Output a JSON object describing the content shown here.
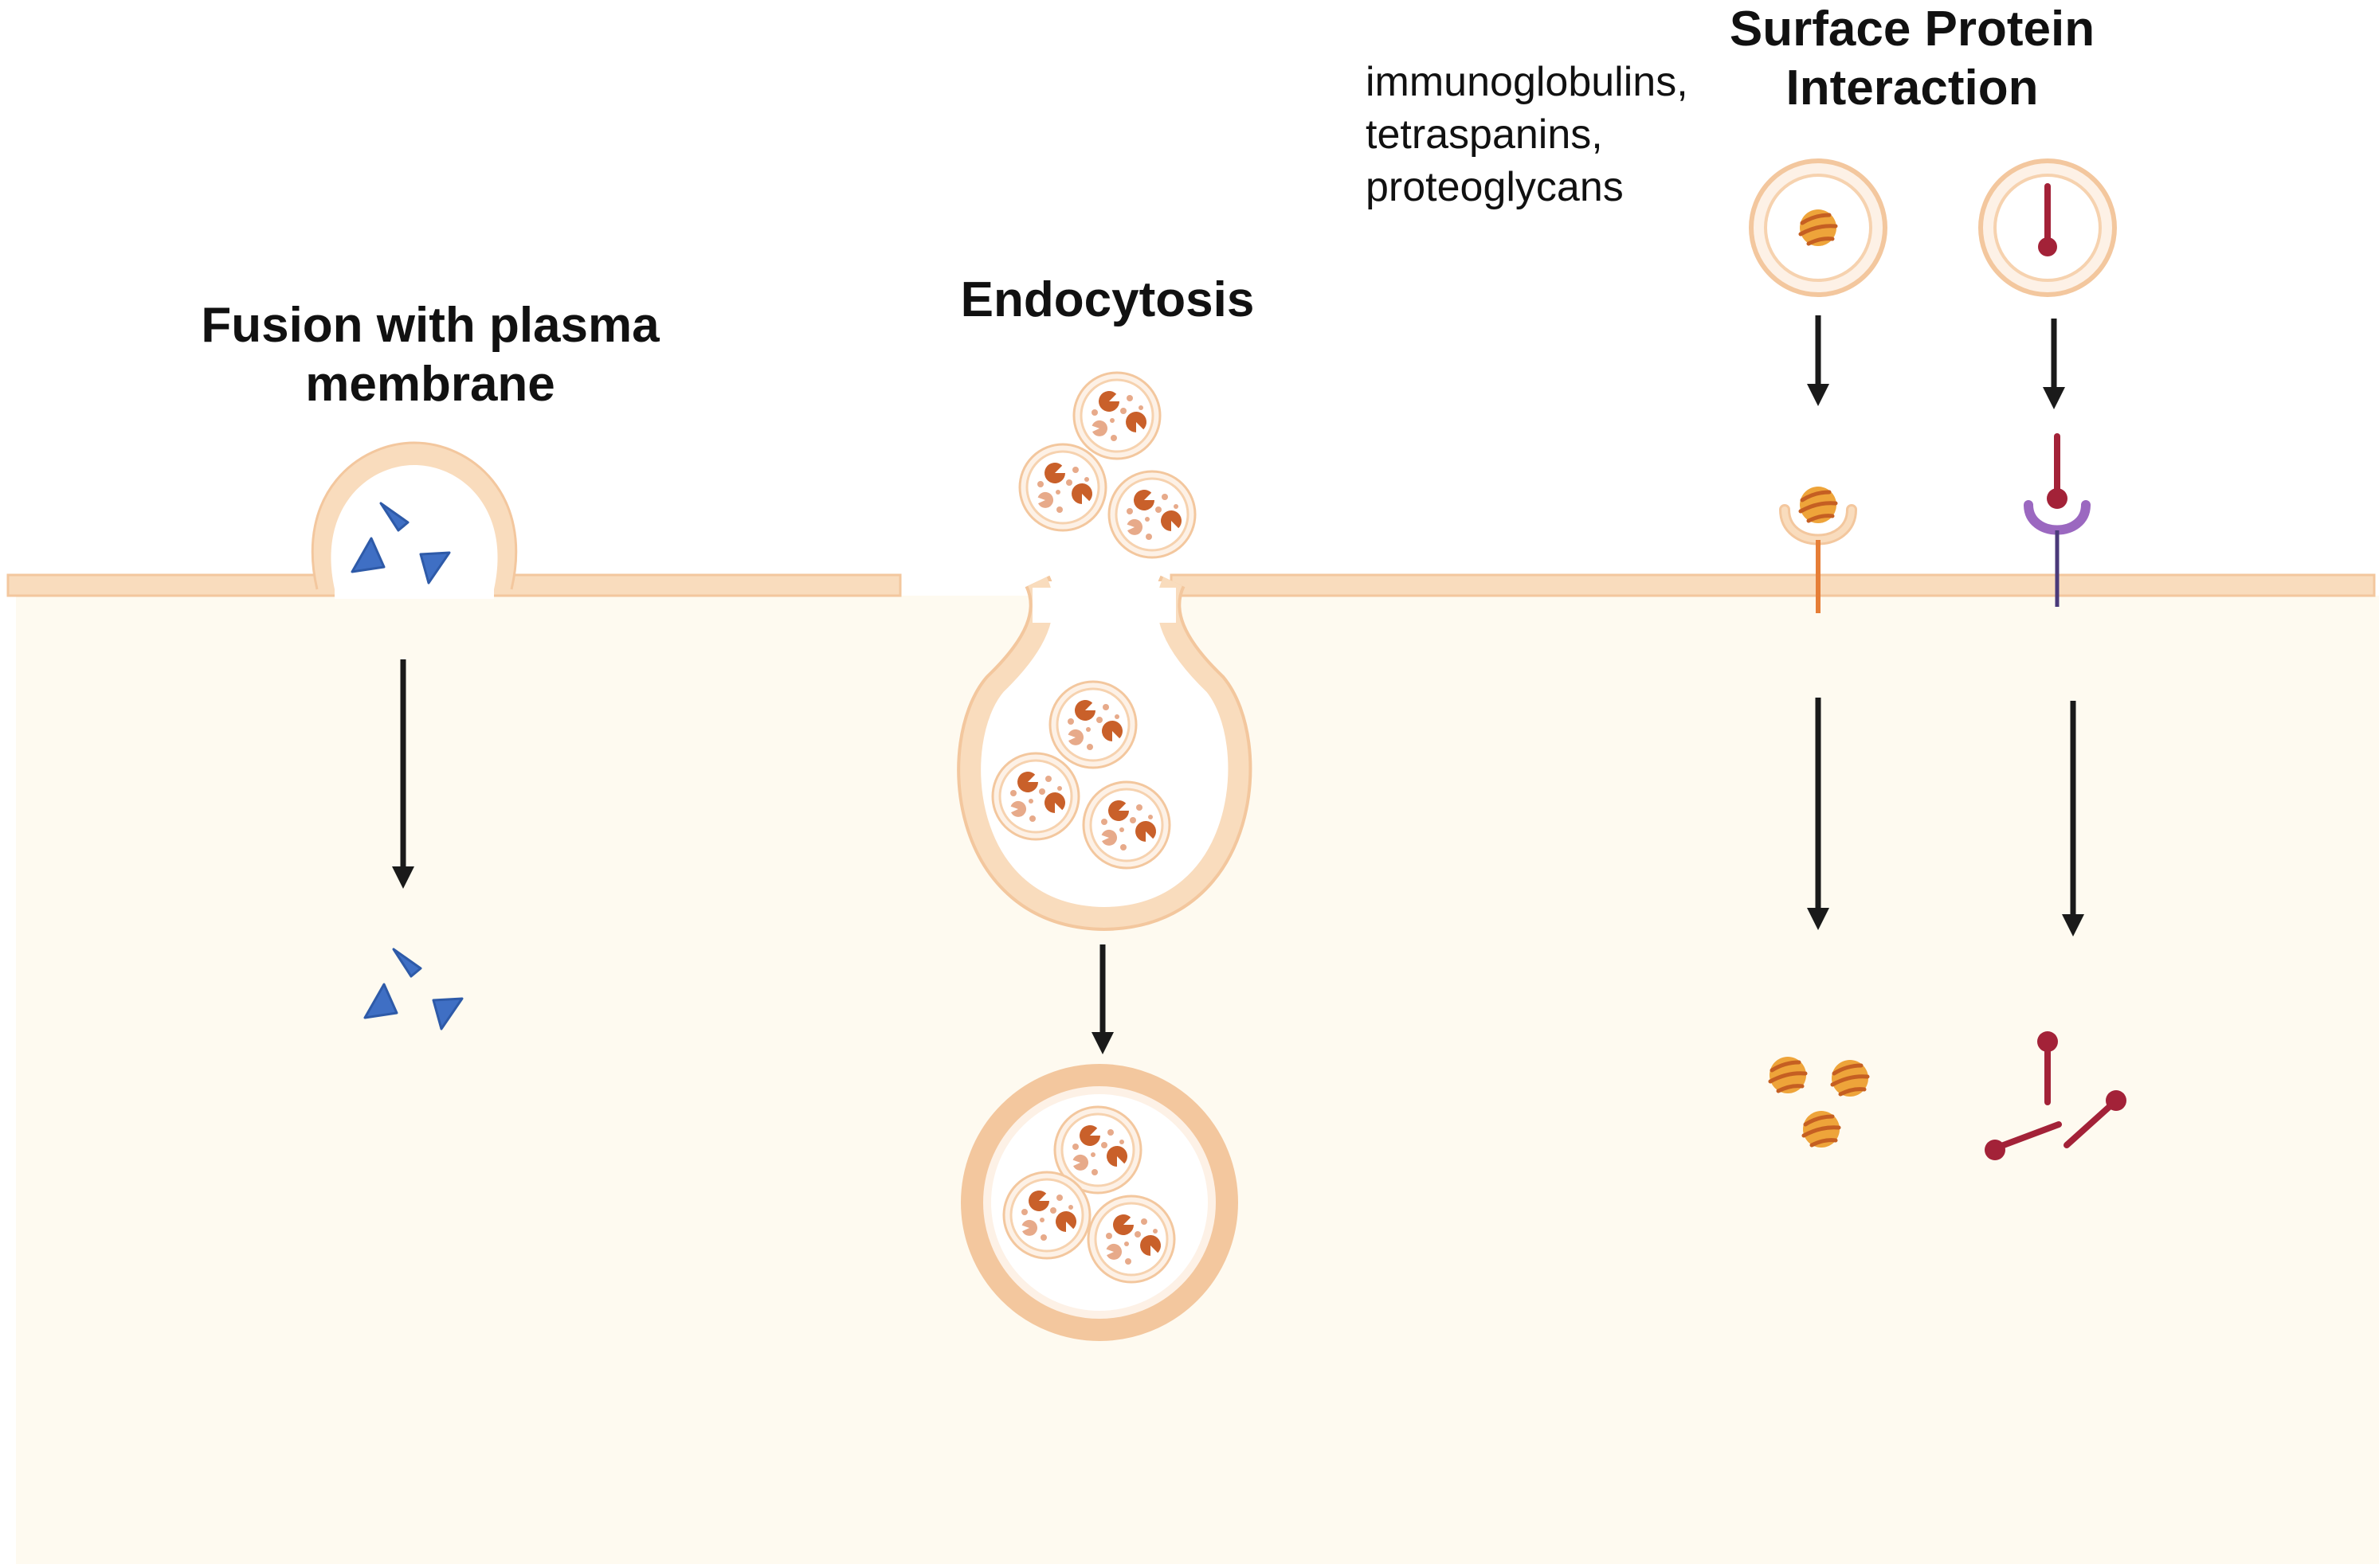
{
  "labels": {
    "fusion_line1": "Fusion with plasma",
    "fusion_line2": "membrane",
    "endocytosis": "Endocytosis",
    "surface_line1": "Surface Protein",
    "surface_line2": "Interaction",
    "note_line1": "immunoglobulins,",
    "note_line2": "tetraspanins,",
    "note_line3": "proteoglycans"
  },
  "colors": {
    "cytoplasm": "#fefaf0",
    "membrane_fill": "#f9dcbd",
    "membrane_edge": "#f3c79e",
    "cargo_triangle": "#3f6fc4",
    "cargo_pacman": "#c9602a",
    "cargo_dot": "#e7aa8a",
    "ligand_orange": "#eea43a",
    "ligand_stripe": "#c55f22",
    "receptor_orange": "#e67e37",
    "ligand_red": "#a32238",
    "receptor_purple": "#9b68c0",
    "arrow": "#1a1a1a"
  },
  "icons": [
    "triangle-cargo-icon",
    "pacman-cargo-icon",
    "striped-ball-ligand-icon",
    "lollipop-ligand-icon",
    "cup-receptor-icon",
    "arrow-down-icon"
  ]
}
